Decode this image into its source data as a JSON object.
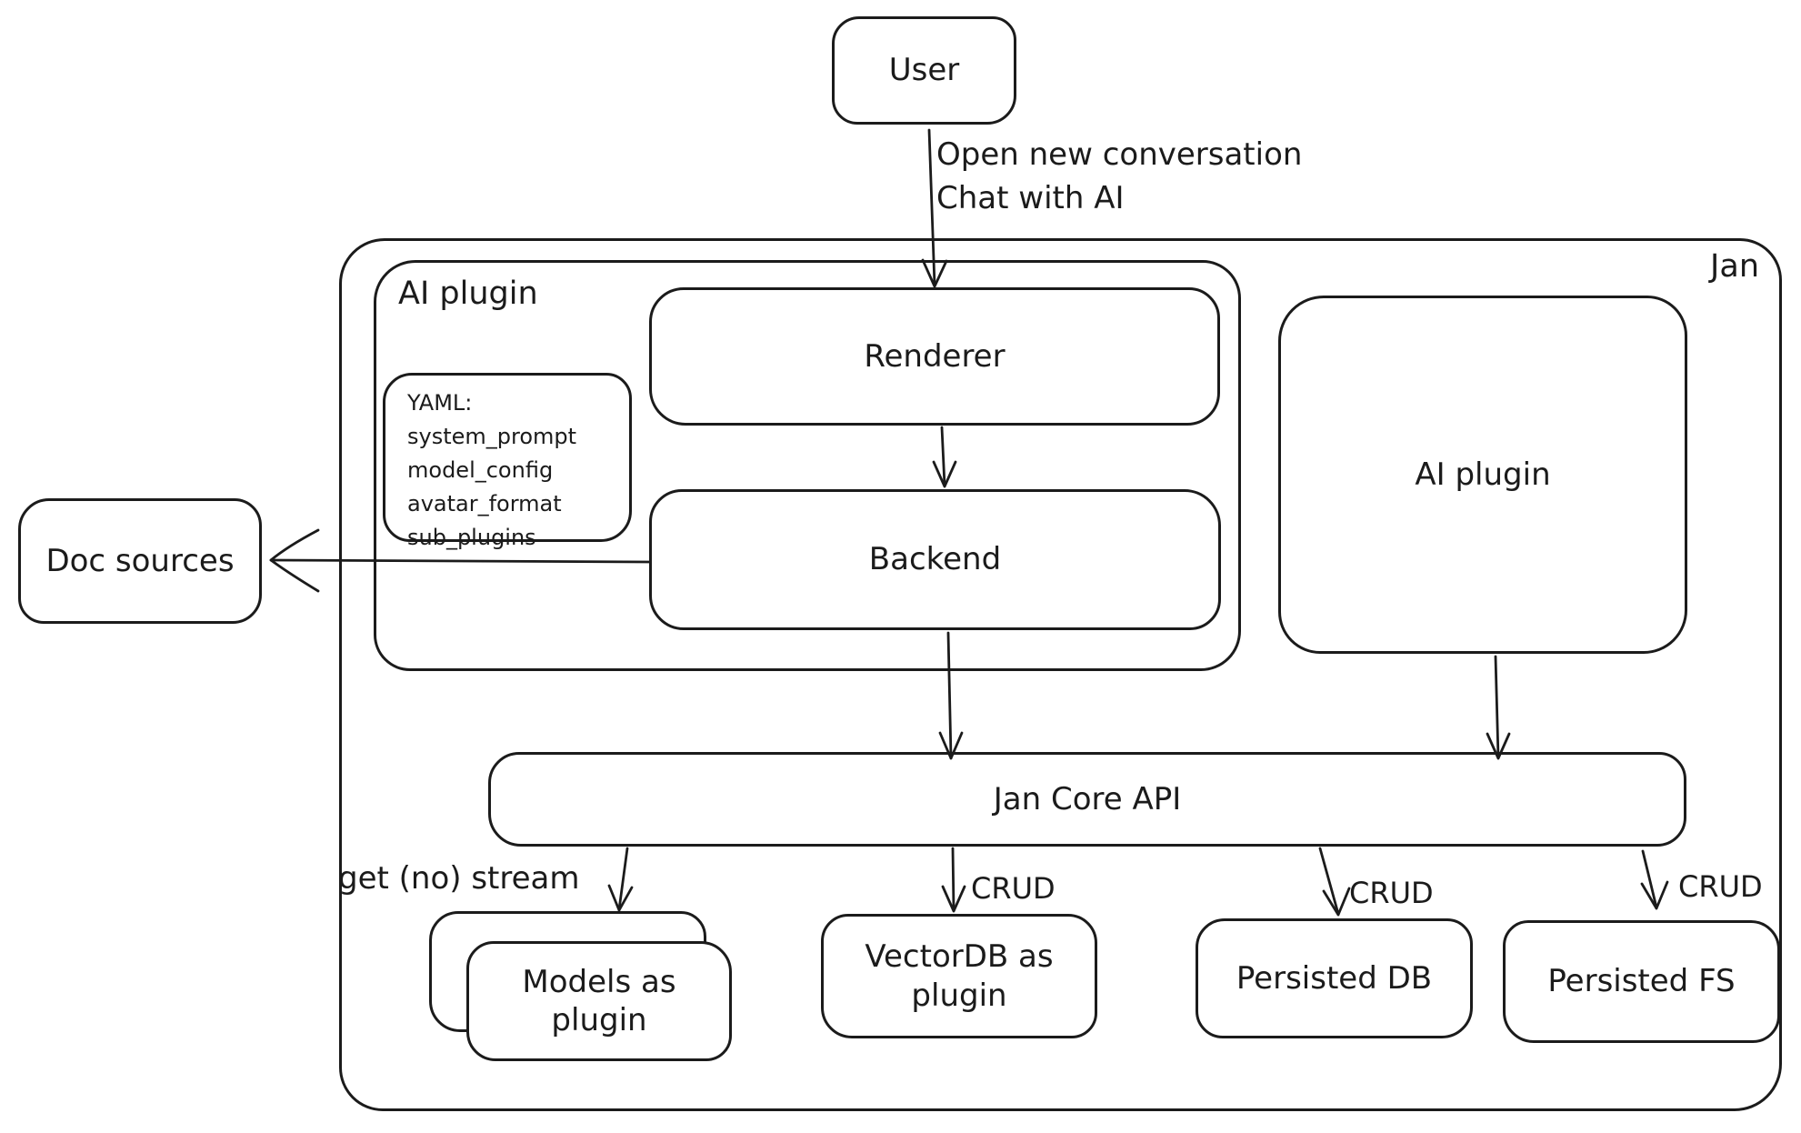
{
  "diagram": {
    "ink_color": "#1b1b1b",
    "background_color": "#ffffff",
    "nodes": {
      "user": {
        "label": "User"
      },
      "jan_container": {
        "label": "Jan"
      },
      "ai_plugin_container": {
        "label": "AI plugin"
      },
      "renderer": {
        "label": "Renderer"
      },
      "backend": {
        "label": "Backend"
      },
      "yaml_note": {
        "lines": [
          "YAML:",
          "system_prompt",
          "model_config",
          "avatar_format",
          "sub_plugins"
        ]
      },
      "ai_plugin_box": {
        "label": "AI plugin"
      },
      "doc_sources": {
        "label": "Doc sources"
      },
      "jan_core_api": {
        "label": "Jan Core API"
      },
      "models_as_plugin": {
        "label": "Models as plugin"
      },
      "vectordb_as_plugin": {
        "label": "VectorDB as plugin"
      },
      "persisted_db": {
        "label": "Persisted DB"
      },
      "persisted_fs": {
        "label": "Persisted FS"
      }
    },
    "edge_labels": {
      "user_to_renderer": {
        "line1": "Open new conversation",
        "line2": "Chat with AI"
      },
      "core_to_models": {
        "label": "get (no) stream"
      },
      "core_to_vectordb": {
        "label": "CRUD"
      },
      "core_to_persisted_db": {
        "label": "CRUD"
      },
      "core_to_persisted_fs": {
        "label": "CRUD"
      }
    }
  }
}
